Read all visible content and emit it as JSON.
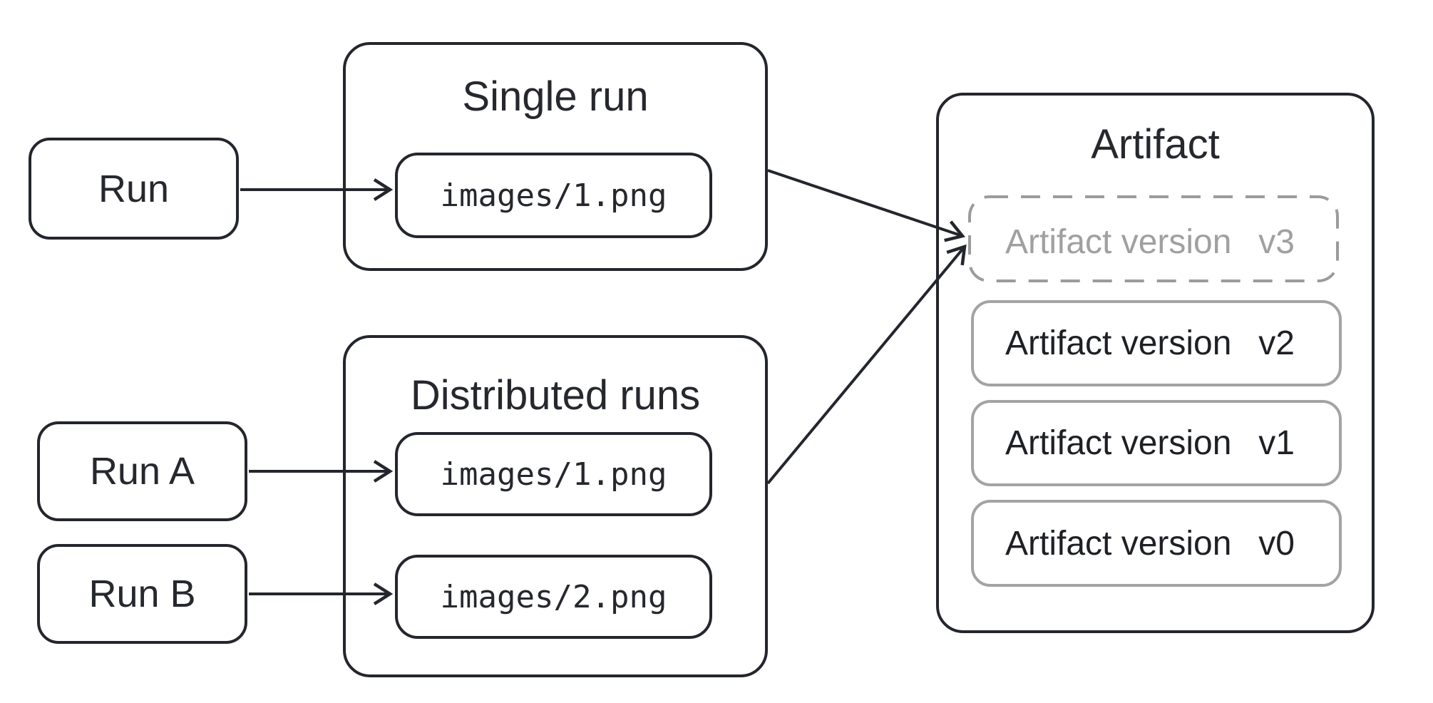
{
  "diagram": {
    "nodes": {
      "run": {
        "label": "Run"
      },
      "run_a": {
        "label": "Run A"
      },
      "run_b": {
        "label": "Run B"
      }
    },
    "single_run": {
      "title": "Single run",
      "file": "images/1.png"
    },
    "distributed_runs": {
      "title": "Distributed runs",
      "file_a": "images/1.png",
      "file_b": "images/2.png"
    },
    "artifact": {
      "title": "Artifact",
      "versions": [
        {
          "label": "Artifact version",
          "tag": "v3",
          "state": "pending"
        },
        {
          "label": "Artifact version",
          "tag": "v2",
          "state": "committed"
        },
        {
          "label": "Artifact version",
          "tag": "v1",
          "state": "committed"
        },
        {
          "label": "Artifact version",
          "tag": "v0",
          "state": "committed"
        }
      ]
    },
    "colors": {
      "stroke_dark": "#24262d",
      "stroke_gray": "#a3a3a3",
      "text_dark": "#26282e",
      "text_gray": "#a0a0a0",
      "background": "#ffffff"
    }
  }
}
